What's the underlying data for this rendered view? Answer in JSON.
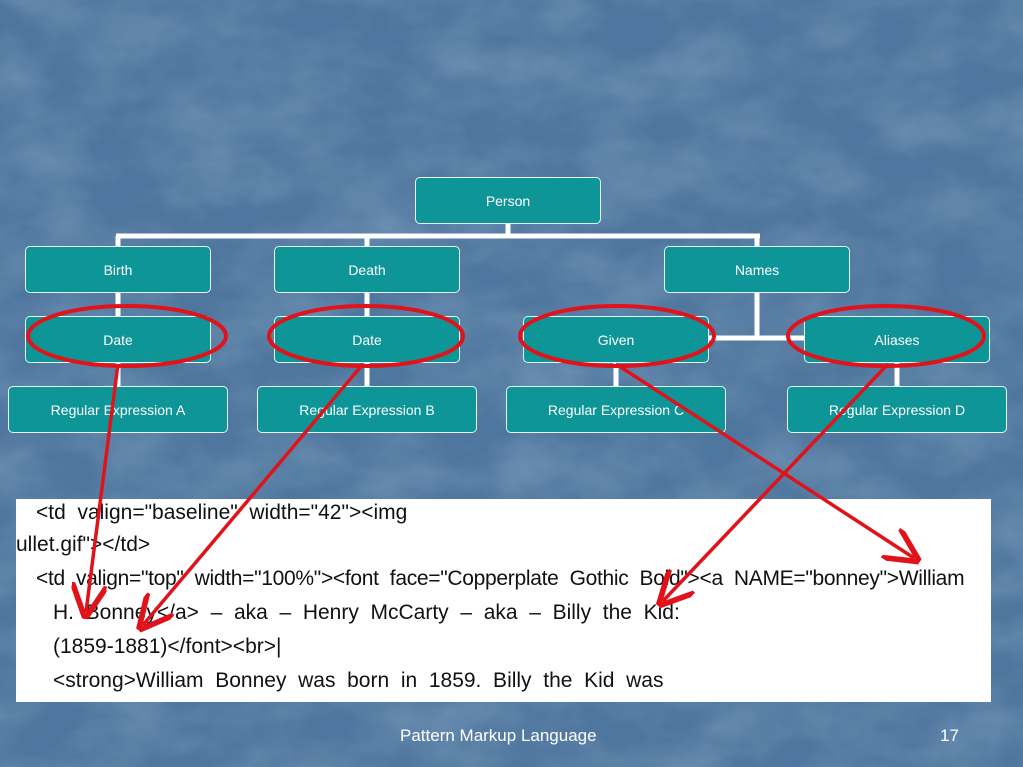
{
  "colors": {
    "background": "#50779f",
    "node_fill": "#0e9597",
    "connector": "#ffffff",
    "highlight": "#e0131a"
  },
  "tree": {
    "root": "Person",
    "birth": "Birth",
    "death": "Death",
    "names": "Names",
    "birth_date": "Date",
    "death_date": "Date",
    "given": "Given",
    "aliases": "Aliases",
    "regex_a": "Regular Expression A",
    "regex_b": "Regular Expression B",
    "regex_c": "Regular Expression C",
    "regex_d": "Regular Expression D"
  },
  "code": {
    "line1": "<td  valign=\"baseline\"  width=\"42\"><img",
    "line2": "ullet.gif\"></td>",
    "line3": "<td  valign=\"top\"  width=\"100%\"><font  face=\"Copperplate  Gothic  Bold\"><a  NAME=\"bonney\">William",
    "line4": "H.  Bonney</a>  –  aka  –  Henry  McCarty  –  aka  –  Billy  the  Kid:",
    "line5": "(1859-1881)</font><br>|",
    "line6": "<strong>William  Bonney  was  born  in  1859.  Billy  the  Kid  was"
  },
  "footer": {
    "title": "Pattern Markup Language",
    "page": "17"
  }
}
